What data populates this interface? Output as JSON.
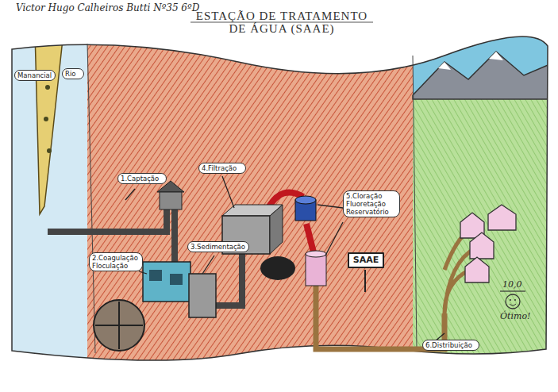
{
  "diagram": {
    "title": "ESTAÇÃO DE TRATAMENTO DE ÁGUA (SAAE)",
    "nodes": [
      {
        "text": [
          "Manancial"
        ]
      },
      {
        "text": [
          "Rio"
        ]
      },
      {
        "text": [
          "1.Captação"
        ]
      },
      {
        "text": [
          "4.Filtração"
        ]
      },
      {
        "text": [
          "5.Cloração Fluoretação Reservatório"
        ]
      },
      {
        "text": [
          "2.Coagulação Floculação"
        ]
      },
      {
        "text": [
          "3.Sedimentação"
        ]
      },
      {
        "text": [
          "SAAE"
        ]
      },
      {
        "text": [
          "6.Distribuição"
        ]
      }
    ],
    "labels": [
      "Victor Hugo Calheiros Butti Nº35 6ºD",
      "10,0",
      "Ótimo!"
    ]
  }
}
